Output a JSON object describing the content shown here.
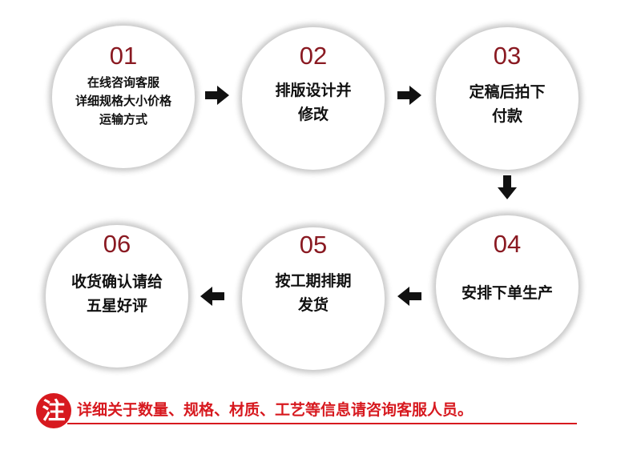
{
  "steps": [
    {
      "num": "01",
      "lines": [
        "在线咨询客服",
        "详细规格大小价格",
        "运输方式"
      ]
    },
    {
      "num": "02",
      "lines": [
        "排版设计并",
        "修改"
      ]
    },
    {
      "num": "03",
      "lines": [
        "定稿后拍下",
        "付款"
      ]
    },
    {
      "num": "04",
      "lines": [
        "安排下单生产"
      ]
    },
    {
      "num": "05",
      "lines": [
        "按工期排期",
        "发货"
      ]
    },
    {
      "num": "06",
      "lines": [
        "收货确认请给",
        "五星好评"
      ]
    }
  ],
  "note": {
    "mark": "注",
    "text": "详细关于数量、规格、材质、工艺等信息请咨询客服人员。"
  },
  "colors": {
    "number": "#8a1a22",
    "accent": "#d7191f",
    "arrow": "#111111",
    "text": "#111111"
  },
  "icons": {
    "arrow_right": "arrow-right-icon",
    "arrow_down": "arrow-down-icon",
    "arrow_left": "arrow-left-icon"
  }
}
